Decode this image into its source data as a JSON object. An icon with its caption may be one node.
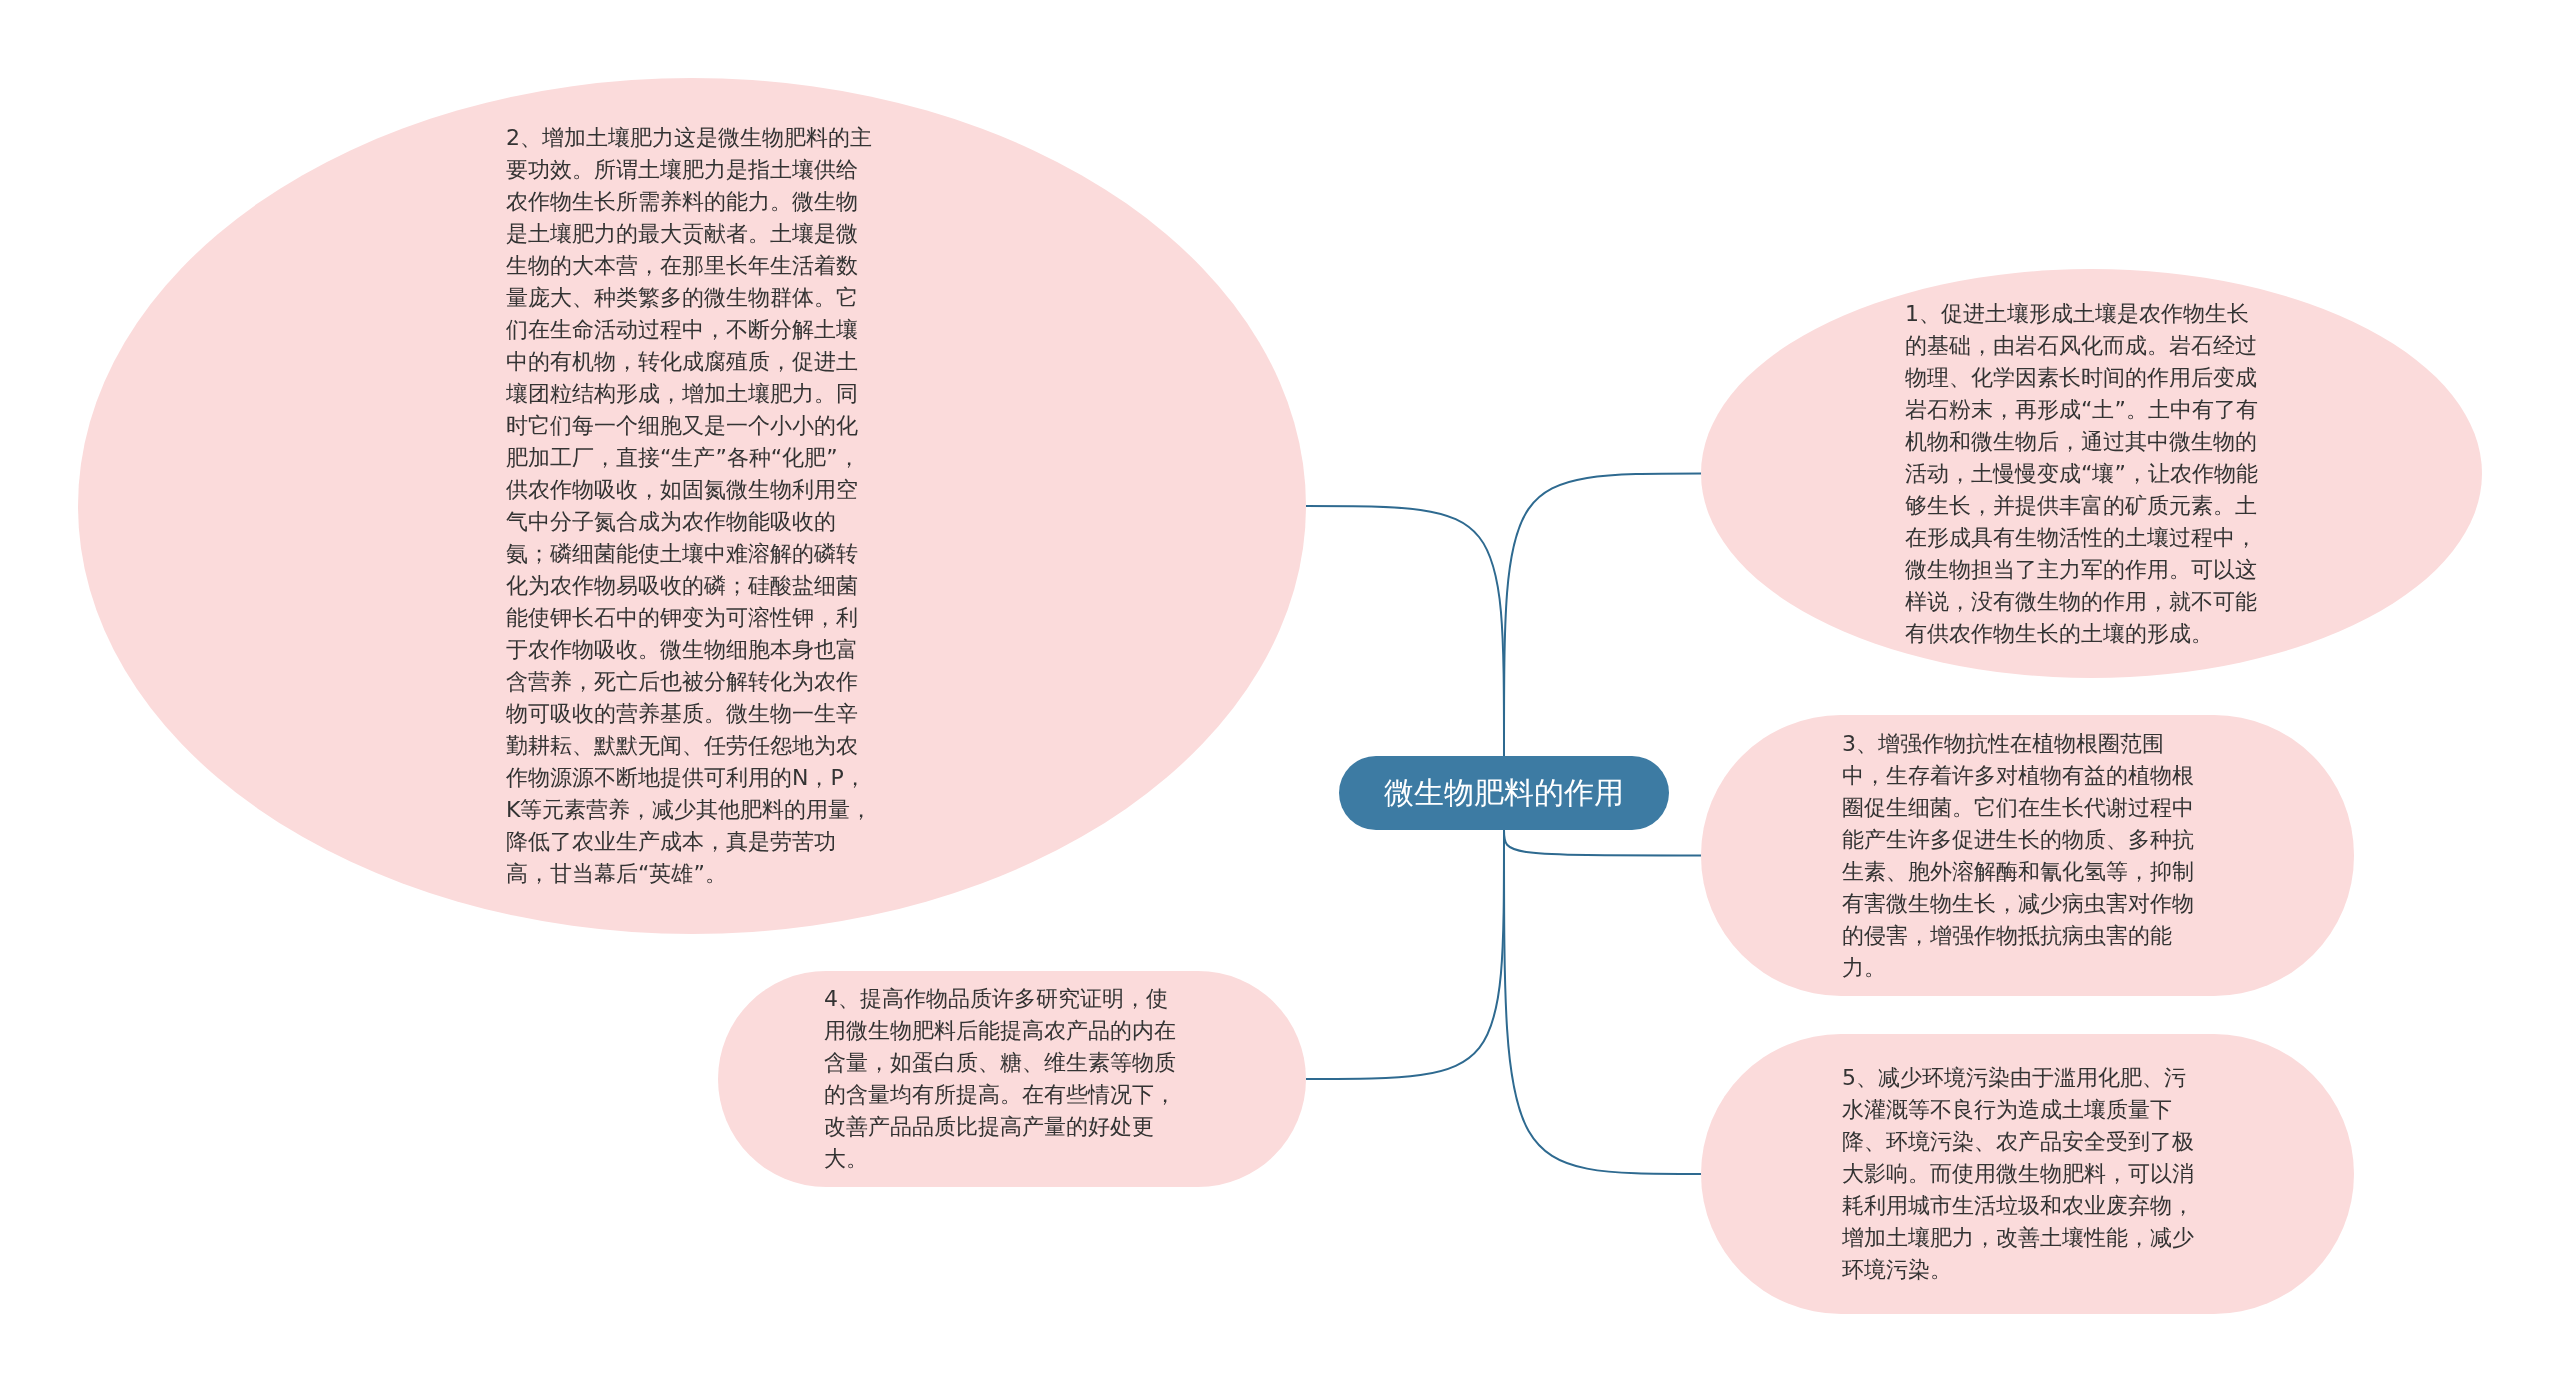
{
  "diagram": {
    "nodes": [
      {
        "text": [
          "微生物肥料的作用"
        ]
      },
      {
        "text": [
          "1、促进土壤形成土壤是农作物生长的基础，由岩石风化而成。岩石经过物理、化学因素长时间的作用后变成岩石粉末，再形成“土”。土中有了有机物和微生物后，通过其中微生物的活动，土慢慢变成“壤”，让农作物能够生长，并提供丰富的矿质元素。土在形成具有生物活性的土壤过程中，微生物担当了主力军的作用。可以这样说，没有微生物的作用，就不可能有供农作物生长的土壤的形成。"
        ]
      },
      {
        "text": [
          "2、增加土壤肥力这是微生物肥料的主要功效。所谓土壤肥力是指土壤供给农作物生长所需养料的能力。微生物是土壤肥力的最大贡献者。土壤是微生物的大本营，在那里长年生活着数量庞大、种类繁多的微生物群体。它们在生命活动过程中，不断分解土壤中的有机物，转化成腐殖质，促进土壤团粒结构形成，增加土壤肥力。同时它们每一个细胞又是一个小小的化肥加工厂，直接“生产”各种“化肥”，供农作物吸收，如固氮微生物利用空气中分子氮合成为农作物能吸收的氨；磷细菌能使土壤中难溶解的磷转化为农作物易吸收的磷；硅酸盐细菌能使钾长石中的钾变为可溶性钾，利于农作物吸收。微生物细胞本身也富含营养，死亡后也被分解转化为农作物可吸收的营养基质。微生物一生辛勤耕耘、默默无闻、任劳任怨地为农作物源源不断地提供可利用的N，P，K等元素营养，减少其他肥料的用量，降低了农业生产成本，真是劳苦功高，甘当幕后“英雄”。"
        ]
      },
      {
        "text": [
          "3、增强作物抗性在植物根圈范围中，生存着许多对植物有益的植物根圈促生细菌。它们在生长代谢过程中能产生许多促进生长的物质、多种抗生素、胞外溶解酶和氰化氢等，抑制有害微生物生长，减少病虫害对作物的侵害，增强作物抵抗病虫害的能力。"
        ]
      },
      {
        "text": [
          "4、提高作物品质许多研究证明，使用微生物肥料后能提高农产品的内在含量，如蛋白质、糖、维生素等物质的含量均有所提高。在有些情况下，改善产品品质比提高产量的好处更大。"
        ]
      },
      {
        "text": [
          "5、减少环境污染由于滥用化肥、污水灌溉等不良行为造成土壤质量下降、环境污染、农产品安全受到了极大影响。而使用微生物肥料，可以消耗利用城市生活垃圾和农业废弃物，增加土壤肥力，改善土壤性能，减少环境污染。"
        ]
      }
    ],
    "edges": [
      {
        "from": 0,
        "to": 1,
        "arrow": "none"
      },
      {
        "from": 0,
        "to": 2,
        "arrow": "none"
      },
      {
        "from": 0,
        "to": 3,
        "arrow": "none"
      },
      {
        "from": 0,
        "to": 4,
        "arrow": "none"
      },
      {
        "from": 0,
        "to": 5,
        "arrow": "none"
      }
    ]
  }
}
